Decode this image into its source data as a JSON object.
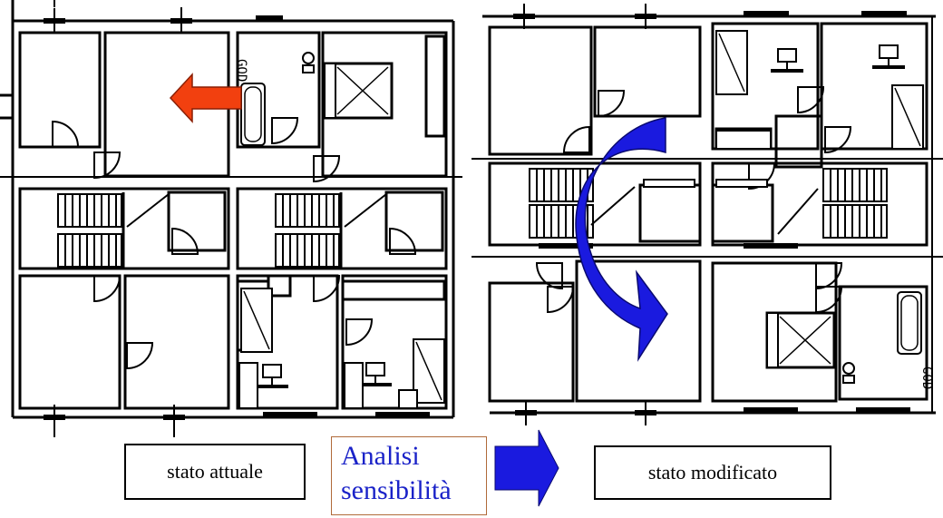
{
  "labels": {
    "current_state": "stato attuale",
    "modified_state": "stato modificato",
    "analysis_line1": "Analisi",
    "analysis_line2": "sensibilità"
  },
  "colors": {
    "line": "#000000",
    "red_arrow": "#f2400f",
    "blue_arrow": "#1a1adf",
    "analysis_text": "#1a22c8",
    "analysis_border": "#b06a3a"
  },
  "icons": {
    "red_arrow": "arrow-left-icon",
    "blue_curved_arrow": "curved-arrow-icon",
    "blue_block_arrow": "arrow-right-icon"
  }
}
